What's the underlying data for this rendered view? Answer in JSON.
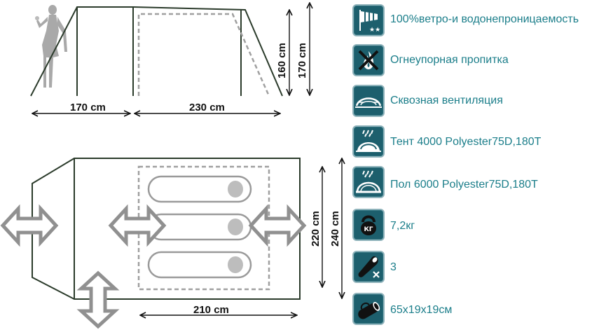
{
  "side_view": {
    "dim_front": "170 cm",
    "dim_back": "230 cm",
    "height_inner": "160 cm",
    "height_outer": "170 cm"
  },
  "floor_plan": {
    "dim_width_inner": "220 cm",
    "dim_width_outer": "240 cm",
    "dim_length": "210 cm",
    "sleeping_places": 3
  },
  "features": [
    {
      "icon": "windsock-icon",
      "text": "100%ветро-и водонепроницаемость"
    },
    {
      "icon": "fire-crossed-icon",
      "text": "Огнеупорная пропитка"
    },
    {
      "icon": "ventilation-dome-icon",
      "text": "Сквозная вентиляция"
    },
    {
      "icon": "rain-dome-icon",
      "text": "Тент  4000  Polyester75D,180T"
    },
    {
      "icon": "rain-dome-icon",
      "text": "Пол  6000  Polyester75D,180T"
    },
    {
      "icon": "kettlebell-icon",
      "text": "7,2кг"
    },
    {
      "icon": "sleeping-bag-icon",
      "text": "3"
    },
    {
      "icon": "carry-bag-icon",
      "text": "65х19х19см"
    }
  ],
  "colors": {
    "icon_bg": "#1d5f6d",
    "text_accent": "#1b7e8a",
    "outline": "#2b3b2b"
  }
}
